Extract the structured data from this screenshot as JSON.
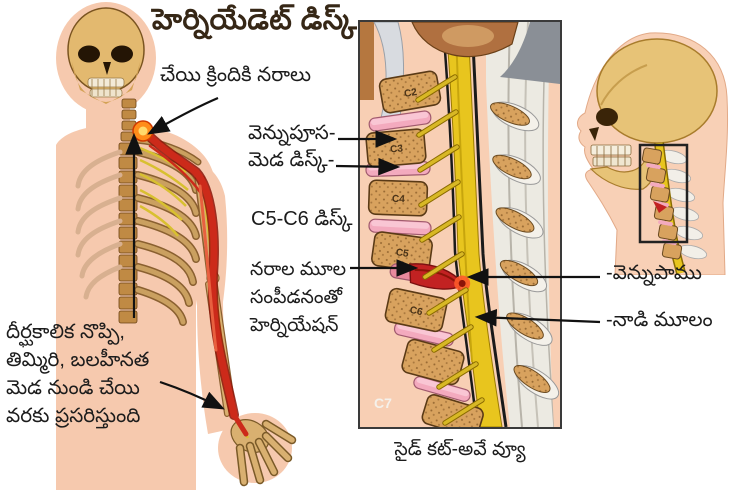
{
  "title": "హెర్నియేడెట్ డిస్క్",
  "left_figure": {
    "label_arm_nerves": "చేయి క్రిందికి నరాలు",
    "symptom_lines": [
      "దీర్ఘకాలిక నొప్పి,",
      "తిమ్మిరి, బలహీనత",
      "మెడ నుండి చేయి",
      "వరకు ప్రసరిస్తుంది"
    ]
  },
  "center_panel": {
    "labels_left": {
      "vertebra": "వెన్నుపూస-",
      "neck_disc": "మెడ డిస్క్-",
      "c5c6_disc": "C5-C6 డిస్క్",
      "herniation_lines": [
        "నరాల మూల",
        "సంపీడనంతో",
        "హెర్నియేషన్"
      ]
    },
    "vertebrae": [
      "C2",
      "C3",
      "C4",
      "C5",
      "C6"
    ],
    "corner_label": "C7",
    "caption": "సైడ్ కట్-అవే వ్యూ"
  },
  "right_figure": {
    "label_spinal_cord": "-వెన్నుపాము",
    "label_nerve_root": "-నాడి మూలం"
  },
  "colors": {
    "background": "#ffffff",
    "skin": "#f6c9ae",
    "bone": "#d8a25e",
    "disc_pink": "#f3aabe",
    "cord_yellow": "#e8c51e",
    "hernia_red": "#c22222",
    "nerve_red": "#cc2a1a",
    "text": "#1c1c1c",
    "title_text": "#362716"
  }
}
